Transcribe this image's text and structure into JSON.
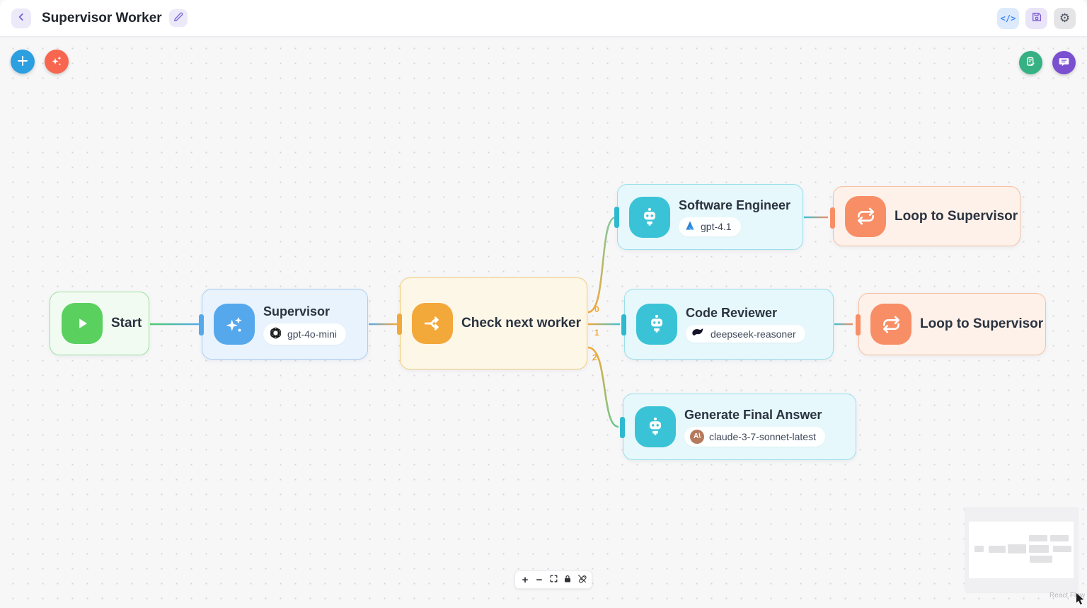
{
  "header": {
    "title": "Supervisor Worker",
    "back_icon": "chevron-left",
    "edit_icon": "pencil",
    "actions": {
      "code_label": "</>",
      "save_icon": "floppy-disk",
      "settings_icon": "⚙"
    }
  },
  "canvas": {
    "toolbar": {
      "add_icon": "plus",
      "ai_icon": "sparkles"
    },
    "quick_actions": {
      "form_icon": "document-check",
      "chat_icon": "chat-bubble"
    },
    "nodes": [
      {
        "id": "start",
        "label": "Start",
        "type": "start",
        "icon": "play-icon",
        "color": "#5ad05f"
      },
      {
        "id": "supervisor",
        "label": "Supervisor",
        "type": "agent",
        "icon": "sparkles-icon",
        "color": "#56a8ed",
        "model": "gpt-4o-mini",
        "provider": "openai"
      },
      {
        "id": "check-next-worker",
        "label": "Check next worker",
        "type": "condition",
        "icon": "split-icon",
        "color": "#f3a83a"
      },
      {
        "id": "software-engineer",
        "label": "Software Engineer",
        "type": "worker",
        "icon": "robot-icon",
        "color": "#3ac3d7",
        "model": "gpt-4.1",
        "provider": "azure"
      },
      {
        "id": "loop-to-supervisor-1",
        "label": "Loop to Supervisor",
        "type": "loop",
        "icon": "repeat-icon",
        "color": "#f88e66"
      },
      {
        "id": "code-reviewer",
        "label": "Code Reviewer",
        "type": "worker",
        "icon": "robot-icon",
        "color": "#3ac3d7",
        "model": "deepseek-reasoner",
        "provider": "deepseek"
      },
      {
        "id": "loop-to-supervisor-2",
        "label": "Loop to Supervisor",
        "type": "loop",
        "icon": "repeat-icon",
        "color": "#f88e66"
      },
      {
        "id": "generate-final-answer",
        "label": "Generate Final Answer",
        "type": "worker",
        "icon": "robot-icon",
        "color": "#3ac3d7",
        "model": "claude-3-7-sonnet-latest",
        "provider": "anthropic"
      }
    ],
    "edge_labels": [
      "0",
      "1",
      "2"
    ],
    "controls": {
      "zoom_in": "+",
      "zoom_out": "−",
      "fit_view_icon": "fit-view",
      "lock_icon": "lock",
      "snap_icon": "magnet-off"
    },
    "attribution": "React Flow",
    "colors": {
      "start_green": "#5ad05f",
      "agent_blue": "#56a8ed",
      "condition_orange": "#f3a83a",
      "worker_teal": "#3ac3d7",
      "loop_salmon": "#f88e66",
      "add_button": "#2b9fe0",
      "ai_button": "#f8664f",
      "form_button": "#35b183",
      "chat_button": "#7a4fd0",
      "edge_label_orange": "#f0a832"
    },
    "anthropic_badge_text": "A\\"
  }
}
